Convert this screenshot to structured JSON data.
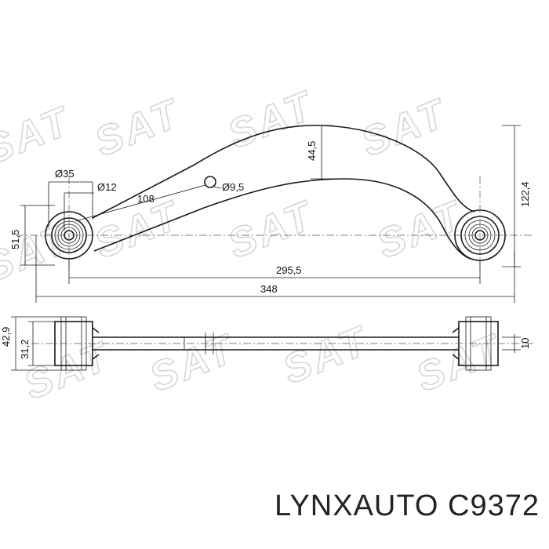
{
  "drawing": {
    "watermark": "SAT",
    "dimensions": {
      "d35": "Ø35",
      "d12": "Ø12",
      "d9_5": "Ø9,5",
      "l108": "108",
      "h44_5": "44,5",
      "h51_5": "51,5",
      "h122_4": "122,4",
      "l295_5": "295,5",
      "l348": "348",
      "h42_9": "42,9",
      "h31_2": "31,2",
      "w10": "10"
    }
  },
  "caption": "LYNXAUTO C9372"
}
